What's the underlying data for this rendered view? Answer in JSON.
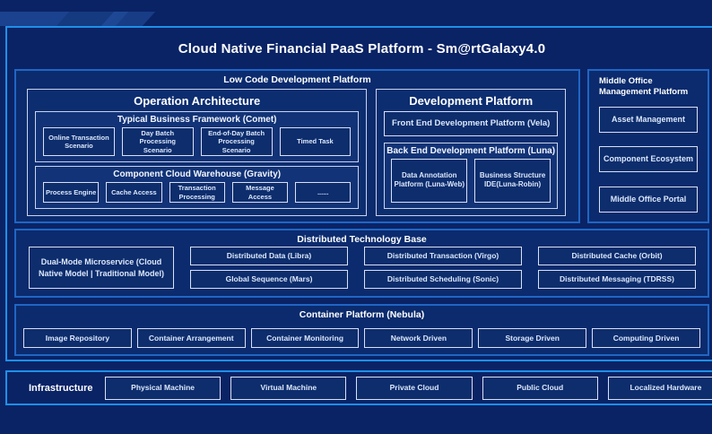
{
  "title": "Cloud Native Financial PaaS Platform - Sm@rtGalaxy4.0",
  "low_code": {
    "title": "Low Code Development Platform",
    "operation_architecture": {
      "title": "Operation Architecture",
      "typical_business": {
        "title": "Typical Business Framework (Comet)",
        "items": [
          "Online Transaction Scenario",
          "Day Batch Processing Scenario",
          "End-of-Day Batch Processing Scenario",
          "Timed Task"
        ]
      },
      "component_cloud": {
        "title": "Component Cloud Warehouse (Gravity)",
        "items": [
          "Process Engine",
          "Cache Access",
          "Transaction Processing",
          "Message Access",
          "......"
        ]
      }
    },
    "development_platform": {
      "title": "Development Platform",
      "front_end": "Front End Development Platform (Vela)",
      "back_end": {
        "title": "Back End Development Platform (Luna)",
        "items": [
          "Data Annotation Platform (Luna-Web)",
          "Business Structure IDE(Luna-Robin)"
        ]
      }
    }
  },
  "middle_office": {
    "title": "Middle Office Management Platform",
    "items": [
      "Asset Management",
      "Component Ecosystem",
      "Middle Office Portal"
    ]
  },
  "distributed": {
    "title": "Distributed Technology Base",
    "featured": "Dual-Mode Microservice (Cloud Native Model | Traditional Model)",
    "columns": [
      [
        "Distributed Data (Libra)",
        "Global Sequence (Mars)"
      ],
      [
        "Distributed Transaction (Virgo)",
        "Distributed Scheduling (Sonic)"
      ],
      [
        "Distributed Cache (Orbit)",
        "Distributed Messaging (TDRSS)"
      ]
    ]
  },
  "container_platform": {
    "title": "Container Platform (Nebula)",
    "items": [
      "Image Repository",
      "Container Arrangement",
      "Container Monitoring",
      "Network Driven",
      "Storage Driven",
      "Computing Driven"
    ]
  },
  "infrastructure": {
    "title": "Infrastructure",
    "items": [
      "Physical Machine",
      "Virtual Machine",
      "Private Cloud",
      "Public Cloud",
      "Localized Hardware"
    ]
  },
  "colors": {
    "background": "#0A2365",
    "frame_border": "#1F8FE8",
    "section_border": "#2066C4",
    "panel_border": "#C9D4EA",
    "box_border": "#D9E1F2",
    "title_text": "#FFFFFF",
    "box_text": "#DDE8FB"
  }
}
